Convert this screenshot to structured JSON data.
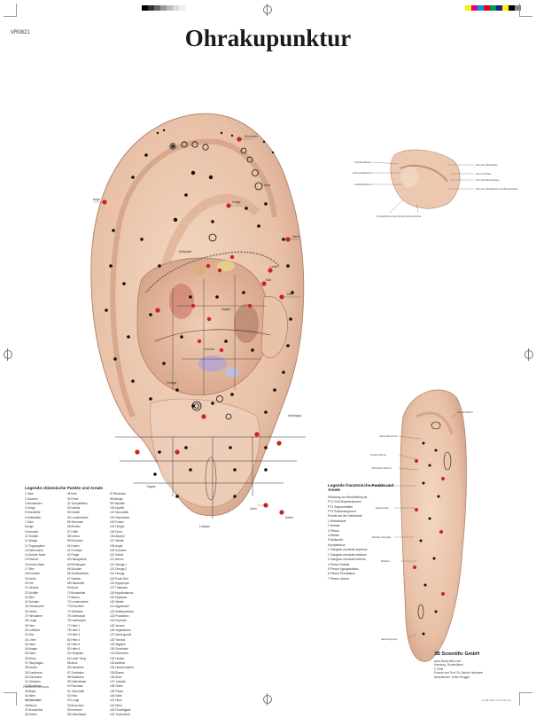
{
  "header": {
    "code": "VR0821",
    "title": "Ohrakupunktur"
  },
  "legend_chinese": {
    "heading": "Legende chinesische Punkte und Areale",
    "columns": [
      [
        "1 Zahn",
        "2 Gaumen",
        "3 Mundboden",
        "4 Zunge",
        "5 Oberkiefer",
        "6 Unterkiefer",
        "7 Zahn",
        "8 Auge",
        "9 Innenohr",
        "10 Tonsille",
        "11 Wange",
        "12 Tragusspitze",
        "13 Nebenniere",
        "14 Äußere Nase",
        "15 Rachen",
        "16 Innere Nase",
        "17 Stirn",
        "18 Endokrin",
        "19 Kehle",
        "20 Ohr",
        "21 Okziput",
        "22 Schläfe",
        "23 Stirn",
        "24 Schulter",
        "25 Ohrmuschel",
        "26 Gehirn",
        "27 Hirnstamm",
        "28 Lunge",
        "29 Herz",
        "30 Luftröhre",
        "31 Milz",
        "32 Leber",
        "33 Niere",
        "34 Magen",
        "35 Darm",
        "36 Mund",
        "37 Ösophagus",
        "38 Kardia",
        "39 Duodenum",
        "40 Dünndarm",
        "41 Dickdarm",
        "42 Blinddarm",
        "43 Blase",
        "44 Niere",
        "45 Harnleiter",
        "46 Bauch",
        "47 Brustwirbel",
        "48 Zehen"
      ],
      [
        "49 Knie",
        "50 Ferse",
        "51 Sympathikus",
        "52 Ischias",
        "53 Gesäß",
        "54 Lendenwirbel",
        "55 Shenmen",
        "56 Becken",
        "57 Hüfte",
        "58 Uterus",
        "59 Eierstock",
        "60 Hoden",
        "61 Prostata",
        "62 Finger",
        "63 Handgelenk",
        "64 Ellenbogen",
        "65 Schulter",
        "66 Schlüsselbein",
        "67 Nacken",
        "68 Halswirbel",
        "69 Brust",
        "70 Brustwirbel",
        "71 Bauch",
        "72 Lendenwirbel",
        "73 Kreuzbein",
        "74 Steißbein",
        "75 Oberbauch",
        "76 Unterbauch",
        "77 Helix 1",
        "78 Helix 2",
        "79 Helix 3",
        "80 Helix 4",
        "81 Helix 5",
        "82 Helix 6",
        "83 Ohrspitze",
        "84 Leber Yang",
        "85 Anus",
        "86 Harnröhre",
        "87 Genitalien",
        "88 Mastdarm",
        "89 Gallenblase",
        "90 Pankreas",
        "91 Zwerchfell",
        "92 Herz",
        "93 Lunge",
        "94 Bronchien",
        "95 Innenohr",
        "96 Hinterhaupt"
      ],
      [
        "97 Blutdruck",
        "98 Allergie",
        "99 Hepatitis",
        "100 Appetit",
        "101 Nervosität",
        "102 Depression",
        "103 Polster",
        "104 Hunger",
        "105 Durst",
        "106 Alkohol",
        "107 Nikotin",
        "108 Angst",
        "109 Schmerz",
        "110 Schlaf",
        "111 Immun",
        "112 Omega 1",
        "113 Omega 2",
        "114 Omega",
        "115 Punkt Null",
        "116 Hypophyse",
        "117 Thalamus",
        "118 Hypothalamus",
        "119 Epiphyse",
        "120 Wetter",
        "121 Aggression",
        "122 Antidepression",
        "123 Frustration",
        "124 Euphorie",
        "125 Jerome",
        "126 Vegetativum",
        "127 Nervenpunkt",
        "128 Tinnitus",
        "129 Migräne",
        "130 Schwindel",
        "131 Erbrechen",
        "132 Husten",
        "133 Asthma",
        "134 Heuschnupfen",
        "135 Ekzem",
        "136 Akne",
        "137 Juckreiz",
        "138 Ödem",
        "139 Fieber",
        "140 Kälte",
        "141 Hitze",
        "142 Wind",
        "143 Feuchtigkeit",
        "144 Trockenheit"
      ]
    ]
  },
  "legend_french": {
    "heading": "Legende französische Punkte und Areale",
    "lines": [
      "Erklärung zur Beschriftung Nr.:",
      "PT1 Grüt-Segmentzonen",
      "PT2 Segmentmitte",
      "PT3 Rückensegment",
      "Punkte auf der Helixkante",
      "1 Wirbelsäule",
      "2 Ischias",
      "3 Plexus",
      "4 Wetter",
      "5 Nullpunkt",
      "Sympathikus",
      "1 Ganglion cervicale superius",
      "2 Ganglion cervicale medium",
      "3 Ganglion cervicale inferius",
      "4 Plexus Solaris",
      "5 Plexus hypogastrikus",
      "6 Plexus Prostatikus",
      "7 Plexus Uterus"
    ]
  },
  "ear_labels": {
    "lunge": "Lunge",
    "shenmen": "Shenmen",
    "nullpunkt": "Nullpunkt",
    "omega": "Omega",
    "tragus": "Tragus",
    "antitragus": "Antitragus",
    "helix": "Helix",
    "lobulus": "Lobulus",
    "concha": "Concha",
    "niere": "Niere",
    "herz": "Herz",
    "leber": "Leber",
    "milz": "Milz",
    "magen": "Magen",
    "auge": "Auge",
    "zahn": "Zahn",
    "kiefer": "Kiefer"
  },
  "inset_labels": [
    "Scheitel-Bahnen",
    "Horizontal-Bahnen",
    "Vertikale Bahnen",
    "Zone der Wirbelsäule",
    "Zone der Brust",
    "Zone der Bauchorgane",
    "Zone der Wirbelkörper und Bandscheiben",
    "Sympathischer Grenzstrang",
    "Hintere Wurzel"
  ],
  "back_labels": [
    "Obere Hirnnerven",
    "Vordere Wurzel",
    "Motorische Wurzel",
    "Sensorische Wurzel",
    "Rückenmark",
    "Medulla oblongata",
    "Mittelhirn",
    "Dorsale Wurzel",
    "Nervensegment"
  ],
  "publisher": {
    "name": "3B Scientific GmbH",
    "info": [
      "www.3bscientific.com",
      "Hamburg, Deutschland",
      "© 2006",
      "Entwurf und Text: Dr. Sabine Hartmann",
      "Illustrationen: Ulrike Brugger"
    ]
  },
  "printed": "Printed in Germany",
  "footer": {
    "left": "VR0821.indd 1",
    "right": "31.08.2009 13:07:30 Uhr"
  },
  "colors": {
    "skin": "#ecc8b0",
    "skin_shadow": "#c99a80",
    "red_point": "#cc2222",
    "black_point": "#111111"
  }
}
